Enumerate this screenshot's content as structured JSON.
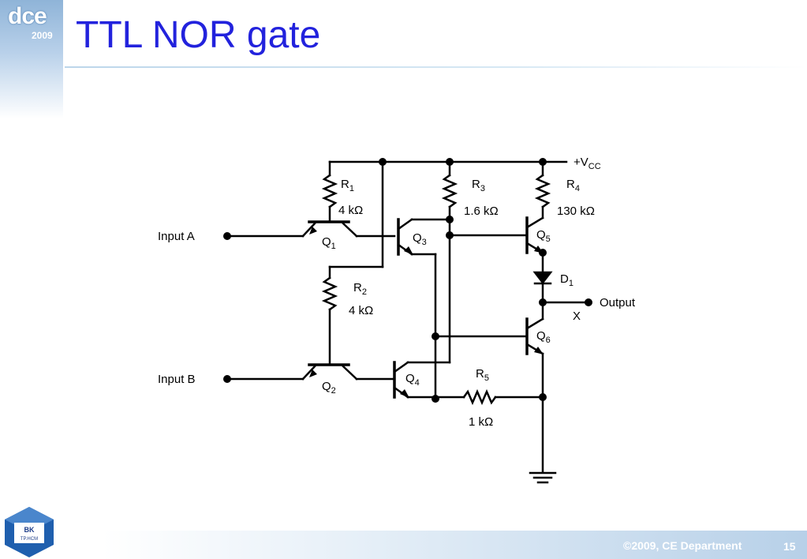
{
  "logo": {
    "text": "dce",
    "year": "2009"
  },
  "title": "TTL NOR gate",
  "diagram": {
    "inputs": {
      "a": "Input A",
      "b": "Input B"
    },
    "supply": {
      "label": "+V",
      "sub": "CC"
    },
    "output": {
      "label": "Output",
      "node": "X"
    },
    "resistors": [
      {
        "name": "R",
        "sub": "1",
        "value": "4 kΩ"
      },
      {
        "name": "R",
        "sub": "2",
        "value": "4 kΩ"
      },
      {
        "name": "R",
        "sub": "3",
        "value": "1.6 kΩ"
      },
      {
        "name": "R",
        "sub": "4",
        "value": "130 kΩ"
      },
      {
        "name": "R",
        "sub": "5",
        "value": "1 kΩ"
      }
    ],
    "transistors": [
      {
        "name": "Q",
        "sub": "1"
      },
      {
        "name": "Q",
        "sub": "2"
      },
      {
        "name": "Q",
        "sub": "3"
      },
      {
        "name": "Q",
        "sub": "4"
      },
      {
        "name": "Q",
        "sub": "5"
      },
      {
        "name": "Q",
        "sub": "6"
      }
    ],
    "diode": {
      "name": "D",
      "sub": "1"
    }
  },
  "bk_logo": {
    "line1": "BK",
    "line2": "TP.HCM"
  },
  "footer": {
    "text": "©2009, CE Department",
    "page": "15"
  }
}
